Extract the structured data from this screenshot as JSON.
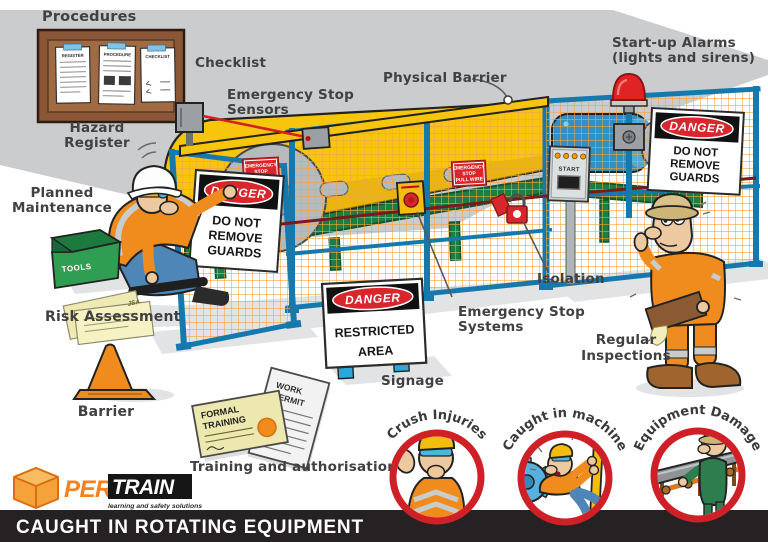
{
  "banner": {
    "title": "CAUGHT IN ROTATING EQUIPMENT"
  },
  "logo": {
    "per": "PER",
    "train": "TRAIN",
    "tagline": "learning and safety solutions"
  },
  "labels": {
    "procedures": "Procedures",
    "checklist": "Checklist",
    "hazard_register_1": "Hazard",
    "hazard_register_2": "Register",
    "emergency_stop_sensors_1": "Emergency Stop",
    "emergency_stop_sensors_2": "Sensors",
    "physical_barrier": "Physical Barrier",
    "startup_alarms_1": "Start-up Alarms",
    "startup_alarms_2": "(lights and sirens)",
    "planned_maintenance_1": "Planned",
    "planned_maintenance_2": "Maintenance",
    "risk_assessment": "Risk Assessment",
    "barrier": "Barrier",
    "signage": "Signage",
    "emergency_stop_systems_1": "Emergency Stop",
    "emergency_stop_systems_2": "Systems",
    "isolation": "Isolation",
    "regular_inspections_1": "Regular",
    "regular_inspections_2": "Inspections",
    "training_and_authorisation": "Training and authorisation"
  },
  "signs": {
    "danger": "DANGER",
    "guards": [
      "DO NOT",
      "REMOVE",
      "GUARDS"
    ],
    "restricted": [
      "RESTRICTED",
      "AREA"
    ],
    "pull_wire": [
      "EMERGENCY",
      "STOP",
      "PULL WIRE"
    ],
    "start": "START"
  },
  "board_docs": {
    "doc1": "REGISTER",
    "doc2": "PROCEDURE",
    "doc3": "CHECKLIST"
  },
  "props": {
    "tools": "TOOLS",
    "jsa": "JSA",
    "formal_training": [
      "FORMAL",
      "TRAINING"
    ],
    "work_permit": [
      "WORK",
      "PERMIT"
    ]
  },
  "badges": [
    {
      "label": "Crush Injuries"
    },
    {
      "label": "Caught in machine"
    },
    {
      "label": "Equipment Damage"
    }
  ],
  "colors": {
    "danger_red": "#d8262c",
    "fence_blue": "#1579ad",
    "mesh_orange": "#f3a43d",
    "machine_yellow": "#f7c50e",
    "safety_orange": "#f08c1e",
    "conveyor_green": "#1b7f43",
    "banner_black": "#262223",
    "logo_orange": "#f5821f"
  }
}
